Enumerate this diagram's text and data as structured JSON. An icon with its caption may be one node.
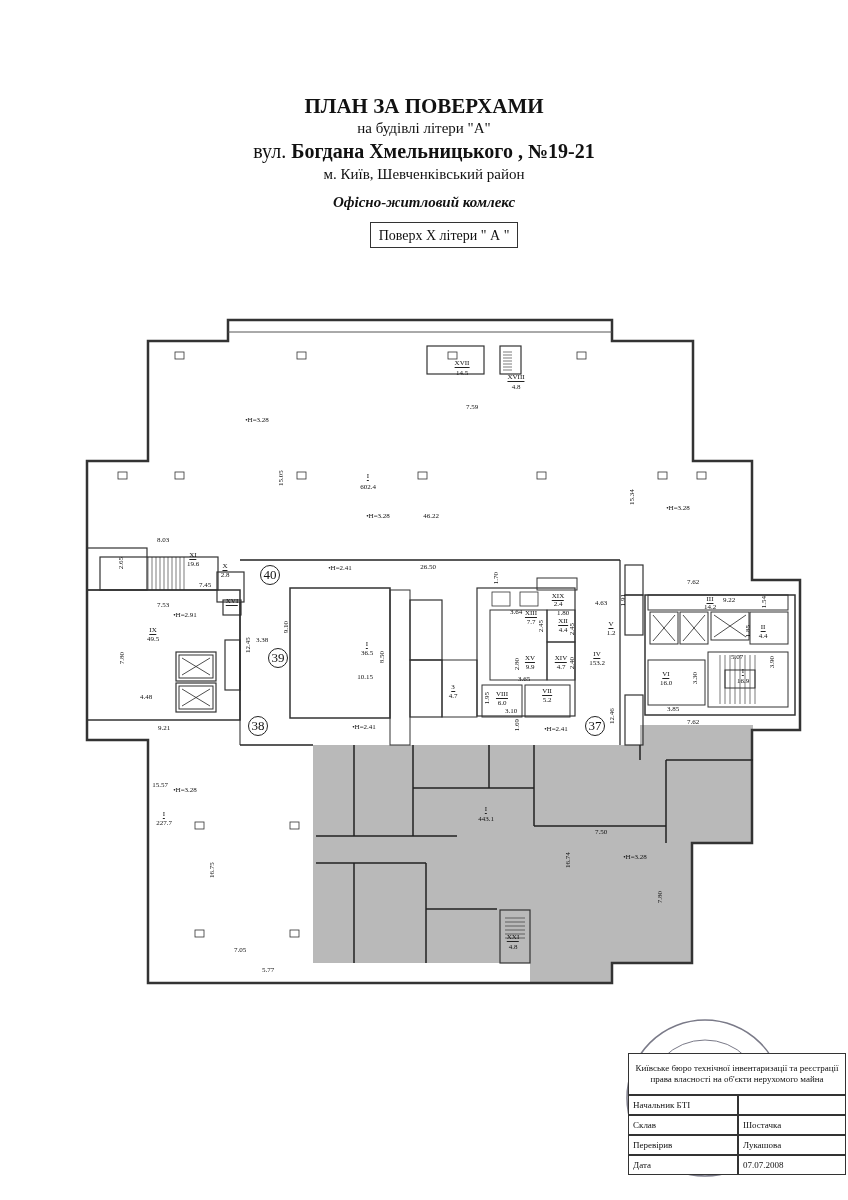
{
  "diagram": {
    "title": "ПЛАН ЗА ПОВЕРХАМИ",
    "nodes": [
      {
        "text": [
          "Поверх X літери \" А \""
        ]
      },
      {
        "text": [
          "40"
        ]
      },
      {
        "text": [
          "39"
        ]
      },
      {
        "text": [
          "38"
        ]
      },
      {
        "text": [
          "37"
        ]
      }
    ],
    "labels": [
      "на будівлі літери \"А\"",
      "вул. **Богдана Хмельницького ,  №19-21**",
      "м. Київ, Шевченківський район",
      "Офісно-житловий комлекс",
      "XVII",
      "14.5",
      "XVIII",
      "4.8",
      "7.59",
      "•H=3.28",
      "15.05",
      "I",
      "602.4",
      "•H=3.28",
      "46.22",
      "15.34",
      "•H=3.28",
      "8.03",
      "2.65",
      "XI",
      "19.6",
      "X",
      "2.8",
      "•H=2.41",
      "26.50",
      "7.45",
      "1.70",
      "7.62",
      "XIX",
      "2.4",
      "4.63",
      "1.91",
      "III",
      "14.2",
      "9.22",
      "1.54",
      "XVI",
      "7.53",
      "•H=2.91",
      "9.10",
      "3.64",
      "XIII",
      "7.7",
      "1.80",
      "2.45",
      "XII",
      "4.4",
      "2.45",
      "V",
      "1.2",
      "II",
      "4.4",
      "1.85",
      "IX",
      "49.5",
      "3.38",
      "12.45",
      "I",
      "36.5",
      "8.50",
      "IV",
      "153.2",
      "5.07",
      "3.90",
      "XV",
      "9.9",
      "2.80",
      "XIV",
      "4.7",
      "2.40",
      "7.80",
      "10.15",
      "VI",
      "16.0",
      "3.30",
      "I",
      "16.9",
      "3.65",
      "4.48",
      "3",
      "4.7",
      "1.95",
      "VIII",
      "6.0",
      "VII",
      "5.2",
      "3.85",
      "3.10",
      "12.46",
      "9.21",
      "•H=2.41",
      "1.69",
      "•H=2.41",
      "7.62",
      "15.57",
      "•H=3.28",
      "I",
      "227.7",
      "I",
      "443.1",
      "7.50",
      "16.74",
      "•H=3.28",
      "16.75",
      "7.80",
      "XXI",
      "4.8",
      "7.05",
      "5.77",
      "Київське бюро технічної інвентаризації та реєстрації права власності на об'єкти нерухомого майна",
      "Начальник БТІ",
      "Склав",
      "Шостачка",
      "Перевірив",
      "Лукашова",
      "Дата",
      "07.07.2008"
    ]
  }
}
